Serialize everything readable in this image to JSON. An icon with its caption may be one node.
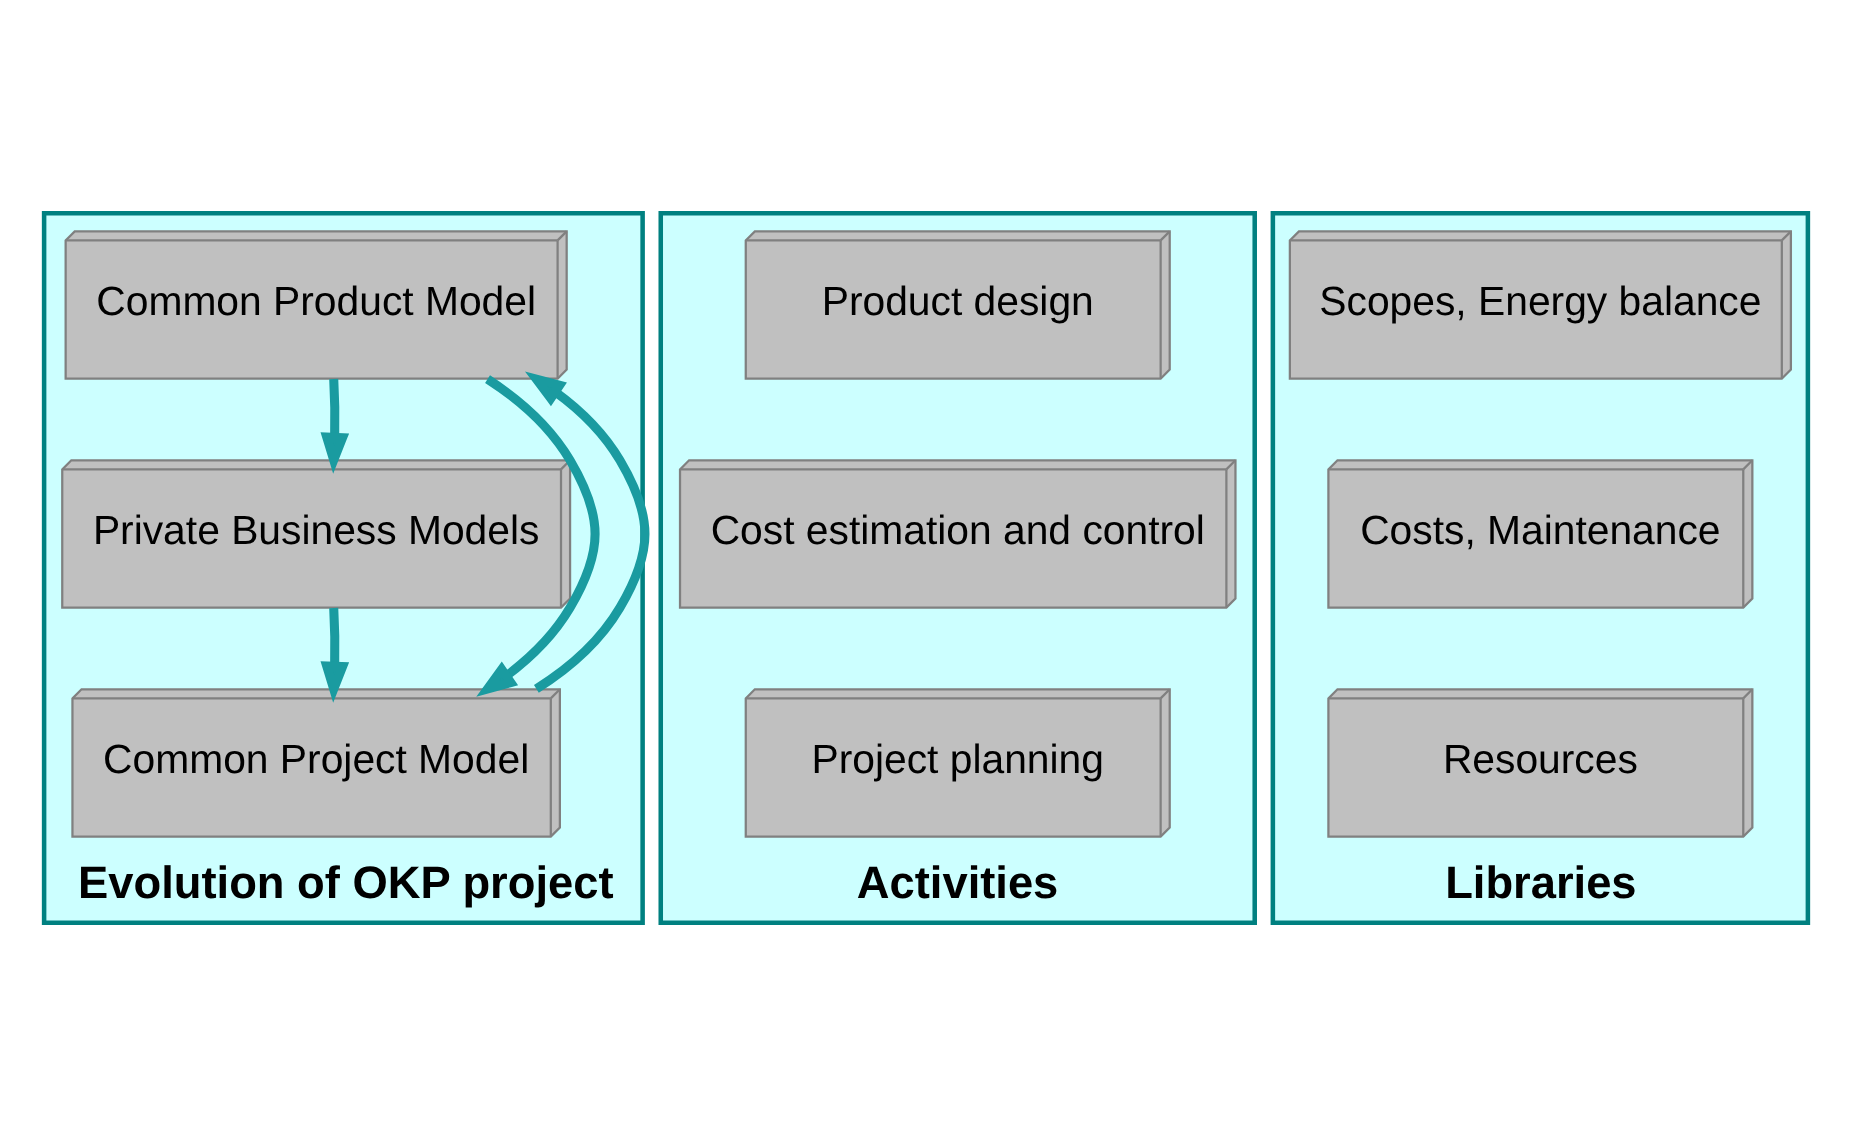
{
  "diagram": {
    "nodes": [
      {
        "text": [
          "Evolution of OKP project"
        ]
      },
      {
        "text": [
          "Common Product Model"
        ],
        "in": 0
      },
      {
        "text": [
          "Private Business Models"
        ],
        "in": 0
      },
      {
        "text": [
          "Common Project Model"
        ],
        "in": 0
      },
      {
        "text": [
          "Activities"
        ]
      },
      {
        "text": [
          "Product design"
        ],
        "in": 4
      },
      {
        "text": [
          "Cost estimation and control"
        ],
        "in": 4
      },
      {
        "text": [
          "Project planning"
        ],
        "in": 4
      },
      {
        "text": [
          "Libraries"
        ]
      },
      {
        "text": [
          "Scopes, Energy balance"
        ],
        "in": 8
      },
      {
        "text": [
          "Costs, Maintenance"
        ],
        "in": 8
      },
      {
        "text": [
          "Resources"
        ],
        "in": 8
      }
    ],
    "edges": [
      {
        "from": 1,
        "to": 2,
        "arrow": "to"
      },
      {
        "from": 1,
        "to": 3,
        "arrow": "to"
      },
      {
        "from": 2,
        "to": 3,
        "arrow": "to"
      },
      {
        "from": 3,
        "to": 1,
        "arrow": "to"
      }
    ]
  }
}
